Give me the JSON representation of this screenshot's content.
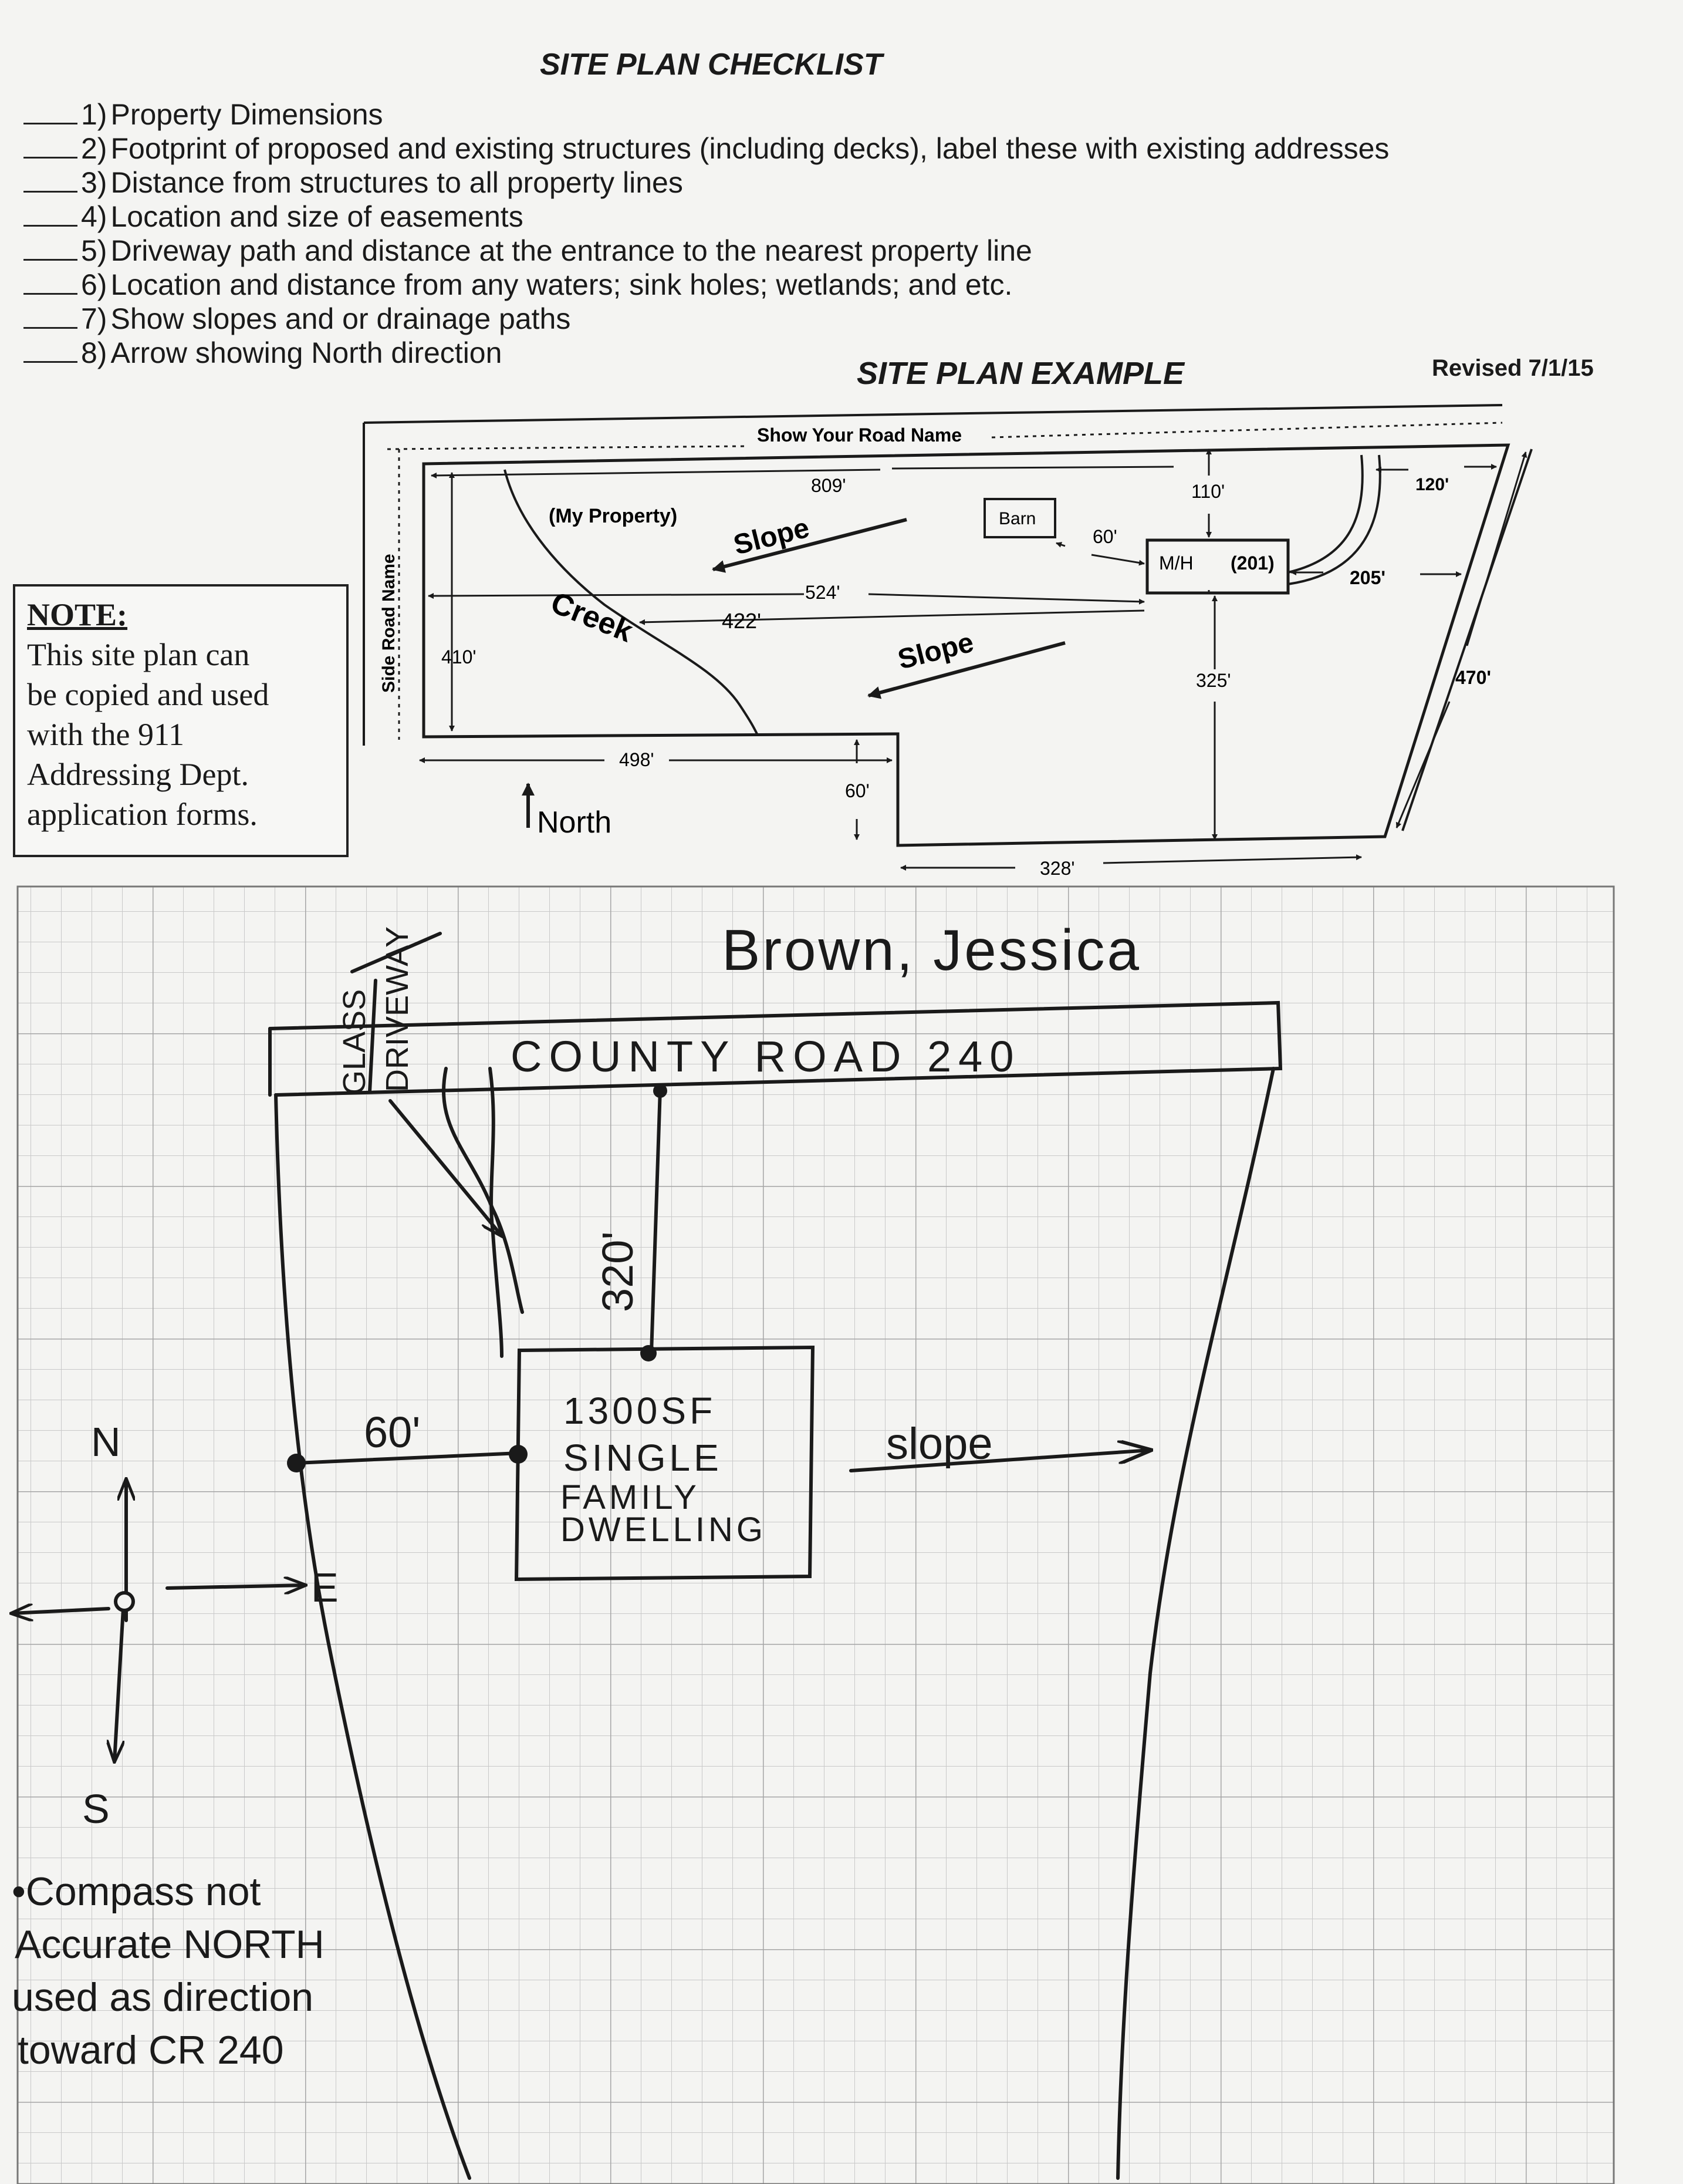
{
  "header": {
    "checklist_title": "SITE PLAN CHECKLIST",
    "example_title": "SITE PLAN EXAMPLE",
    "revised": "Revised 7/1/15"
  },
  "checklist": [
    {
      "num": "1)",
      "text": "Property Dimensions"
    },
    {
      "num": "2)",
      "text": "Footprint of proposed and existing structures (including decks), label these with existing addresses"
    },
    {
      "num": "3)",
      "text": "Distance from structures to all property lines"
    },
    {
      "num": "4)",
      "text": "Location and size of easements"
    },
    {
      "num": "5)",
      "text": "Driveway path and distance at the entrance to the nearest property line"
    },
    {
      "num": "6)",
      "text": "Location and distance from any waters; sink holes; wetlands; and etc."
    },
    {
      "num": "7)",
      "text": "Show slopes and or drainage paths"
    },
    {
      "num": "8)",
      "text": "Arrow showing North direction"
    }
  ],
  "note": {
    "heading": "NOTE:",
    "lines": [
      "This site plan can",
      "be copied and used",
      "with the 911",
      "Addressing Dept.",
      "application forms."
    ]
  },
  "example": {
    "road_name": "Show Your Road Name",
    "side_road": "Side Road Name",
    "my_property": "(My Property)",
    "creek": "Creek",
    "slope1": "Slope",
    "slope2": "Slope",
    "barn": "Barn",
    "mh": "M/H",
    "addr": "(201)",
    "north": "North",
    "d809": "809'",
    "d524": "524'",
    "d422": "422'",
    "d410": "410'",
    "d498": "498'",
    "d60a": "60'",
    "d60b": "60'",
    "d110": "110'",
    "d120": "120'",
    "d205": "205'",
    "d325": "325'",
    "d470": "470'",
    "d328": "328'"
  },
  "sketch": {
    "owner": "Brown, Jessica",
    "road": "COUNTY ROAD 240",
    "driveway_top": "GLASS",
    "driveway_bottom": "DRIVEWAY",
    "dist_320": "320'",
    "dist_60": "60'",
    "house_lines": [
      "1300SF",
      "SINGLE",
      "FAMILY",
      "DWELLING"
    ],
    "slope": "slope",
    "compass_n": "N",
    "compass_s": "S",
    "compass_e": "E",
    "compass_note": [
      "•Compass not",
      "Accurate NORTH",
      "used as direction",
      "toward CR 240"
    ]
  },
  "colors": {
    "ink": "#1a1a1a",
    "grid_minor": "#c9c9c9",
    "grid_major": "#9a9a9a",
    "paper": "#f4f4f2"
  }
}
